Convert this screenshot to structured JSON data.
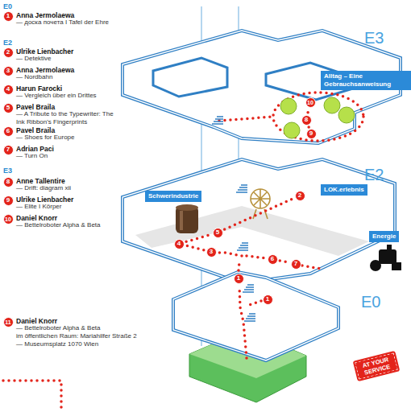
{
  "diagram": {
    "nodes": [
      {
        "text": [
          "1"
        ]
      },
      {
        "text": [
          "2"
        ]
      },
      {
        "text": [
          "3"
        ]
      },
      {
        "text": [
          "4"
        ]
      },
      {
        "text": [
          "5"
        ]
      },
      {
        "text": [
          "6"
        ]
      },
      {
        "text": [
          "7"
        ]
      },
      {
        "text": [
          "8"
        ]
      },
      {
        "text": [
          "9"
        ]
      },
      {
        "text": [
          "10"
        ]
      },
      {
        "text": [
          "11"
        ]
      },
      {
        "text": [
          "Alltag – Eine Gebrauchsanweisung"
        ]
      },
      {
        "text": [
          "10"
        ]
      },
      {
        "text": [
          "8"
        ]
      },
      {
        "text": [
          "9"
        ]
      },
      {
        "text": [
          "Schwerindustrie"
        ]
      },
      {
        "text": [
          "LOK.erlebnis"
        ]
      },
      {
        "text": [
          "2"
        ]
      },
      {
        "text": [
          "5"
        ]
      },
      {
        "text": [
          "Energie"
        ]
      },
      {
        "text": [
          "4"
        ]
      },
      {
        "text": [
          "3"
        ]
      },
      {
        "text": [
          "6"
        ]
      },
      {
        "text": [
          "7"
        ]
      },
      {
        "text": [
          "1"
        ]
      },
      {
        "text": [
          "1"
        ]
      },
      {
        "text": [
          "AT YOUR SERVICE"
        ]
      }
    ],
    "edges": [
      {
        "from": 21,
        "to": 20,
        "arrow": "none"
      },
      {
        "from": 20,
        "to": 18,
        "arrow": "none"
      },
      {
        "from": 18,
        "to": 17,
        "arrow": "none"
      },
      {
        "from": 22,
        "to": 23,
        "arrow": "none"
      },
      {
        "from": 13,
        "to": 14,
        "arrow": "none"
      },
      {
        "from": 13,
        "to": 12,
        "arrow": "none"
      }
    ],
    "labels": [
      "E0",
      "Anna Jermolaewa",
      "— доска почета I Tafel der Ehre",
      "E2",
      "Ulrike Lienbacher",
      "— Detektive",
      "Anna Jermolaewa",
      "— Nordbahn",
      "Harun Farocki",
      "— Vergleich über ein Drittes",
      "Pavel Braila",
      "— A Tribute to the Typewriter: The Ink Ribbon's Fingerprints",
      "Pavel Braila",
      "— Shoes for Europe",
      "Adrian Paci",
      "— Turn On",
      "E3",
      "Anne Tallentire",
      "— Drift: diagram xii",
      "Ulrike Lienbacher",
      "— Elite I Körper",
      "Daniel Knorr",
      "— Bettelroboter Alpha & Beta",
      "Daniel Knorr",
      "— Bettelroboter Alpha & Beta",
      "im öffentlichen Raum: Mariahilfer Straße 2 — Museumsplatz 1070 Wien",
      "E3",
      "E2",
      "E0"
    ]
  }
}
